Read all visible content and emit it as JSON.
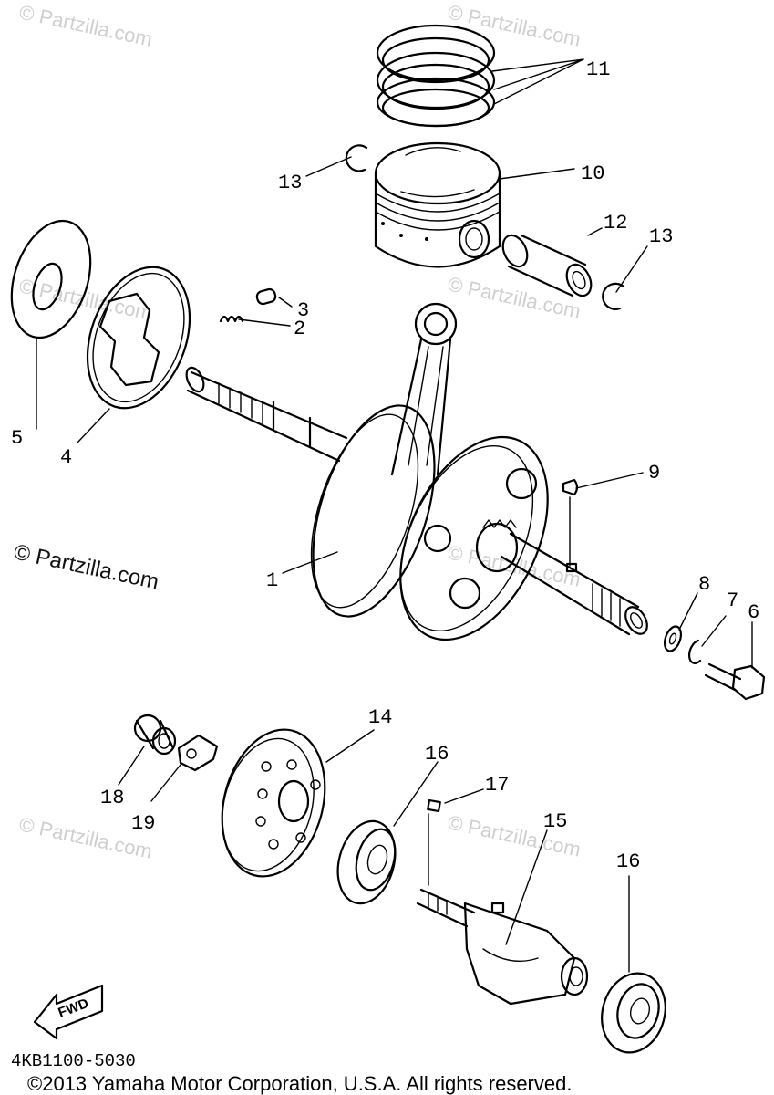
{
  "watermark": "© Partzilla.com",
  "diagram_code": "4KB1100-5030",
  "copyright": "©2013 Yamaha Motor Corporation, U.S.A. All rights reserved.",
  "fwd_label": "FWD",
  "callouts": {
    "c1": "1",
    "c2": "2",
    "c3": "3",
    "c4": "4",
    "c5": "5",
    "c6": "6",
    "c7": "7",
    "c8": "8",
    "c9": "9",
    "c10": "10",
    "c11": "11",
    "c12": "12",
    "c13a": "13",
    "c13b": "13",
    "c14": "14",
    "c15": "15",
    "c16a": "16",
    "c16b": "16",
    "c17": "17",
    "c18": "18",
    "c19": "19"
  }
}
